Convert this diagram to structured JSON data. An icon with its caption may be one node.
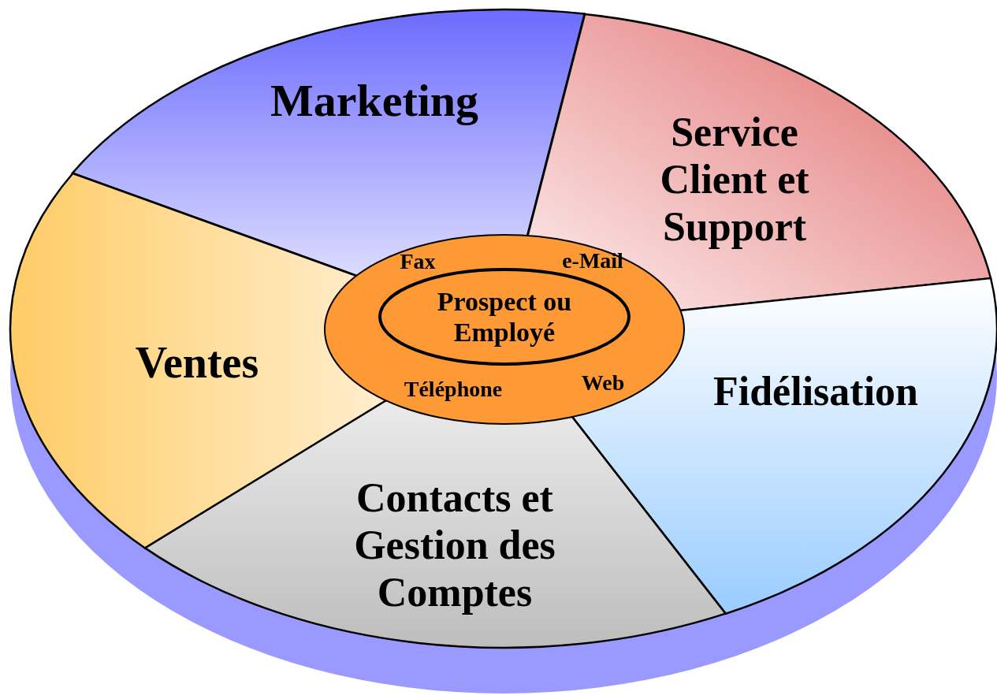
{
  "diagram": {
    "nodes": [
      {
        "text": [
          "Marketing"
        ]
      },
      {
        "text": [
          "Service Client et Support"
        ]
      },
      {
        "text": [
          "Ventes"
        ]
      },
      {
        "text": [
          "Fidélisation"
        ]
      },
      {
        "text": [
          "Contacts et Gestion des Comptes"
        ]
      },
      {
        "text": [
          "Fax",
          "e-Mail",
          "Téléphone",
          "Web"
        ]
      },
      {
        "text": [
          "Prospect ou Employé"
        ],
        "in": 5
      }
    ]
  }
}
